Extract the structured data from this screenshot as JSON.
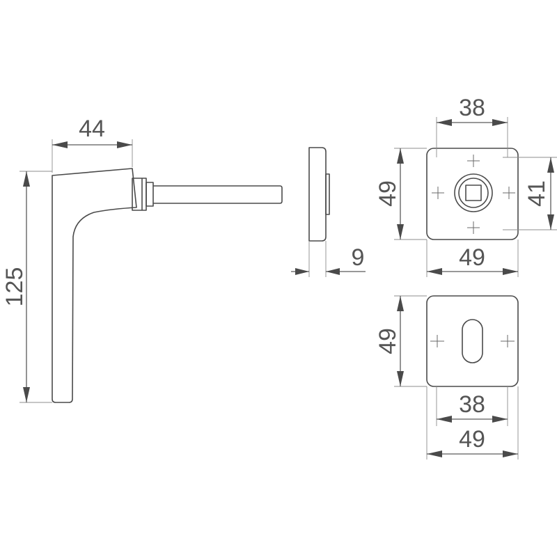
{
  "dimensions": {
    "handle_reach": "44",
    "handle_height": "125",
    "rose_thickness": "9",
    "rose_top_inner_width": "38",
    "rose_top_height": "49",
    "rose_top_inner_height": "41",
    "rose_top_width": "49",
    "rose_bottom_height": "49",
    "rose_bottom_inner_width": "38",
    "rose_bottom_width": "49"
  }
}
